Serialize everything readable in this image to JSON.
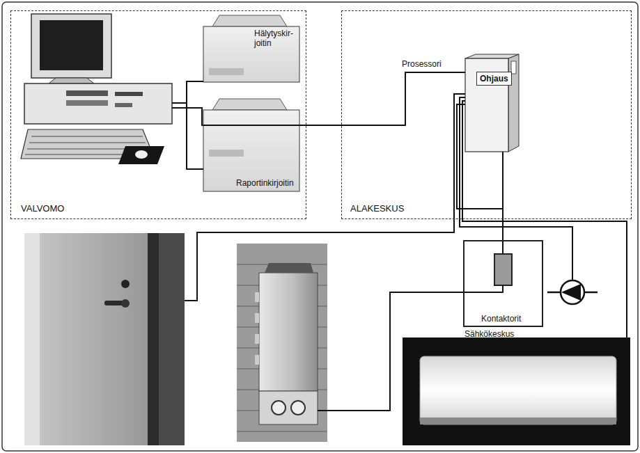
{
  "diagram": {
    "nodes": [
      {
        "text": [
          "VALVOMO"
        ]
      },
      {
        "text": [
          "Hälytyskir- joitin"
        ],
        "in": 0
      },
      {
        "text": [
          "Raportinkirjoitin"
        ],
        "in": 0
      },
      {
        "text": [
          "ALAKESKUS"
        ]
      },
      {
        "text": [
          "Prosessori"
        ],
        "in": 3
      },
      {
        "text": [
          "Ohjaus"
        ],
        "in": 4
      },
      {
        "text": [
          "Kontaktorit",
          "Sähkökeskus"
        ]
      }
    ],
    "edges": [
      {
        "from": 4,
        "to": 6,
        "arrow": "none"
      }
    ]
  }
}
